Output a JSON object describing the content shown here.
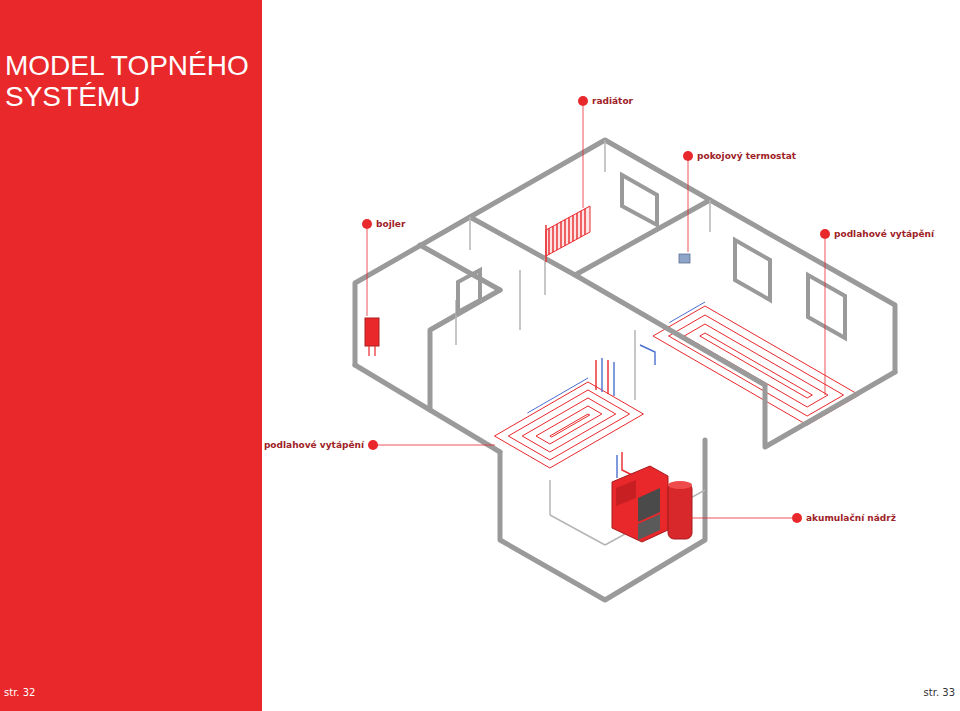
{
  "diagram": {
    "title": "MODEL TOPNÉHO SYSTÉMU",
    "labels": [
      "radiátor",
      "pokojový termostat",
      "bojler",
      "podlahové vytápění",
      "podlahové vytápění",
      "akumulační nádrž",
      "str. 32",
      "str. 33"
    ]
  }
}
